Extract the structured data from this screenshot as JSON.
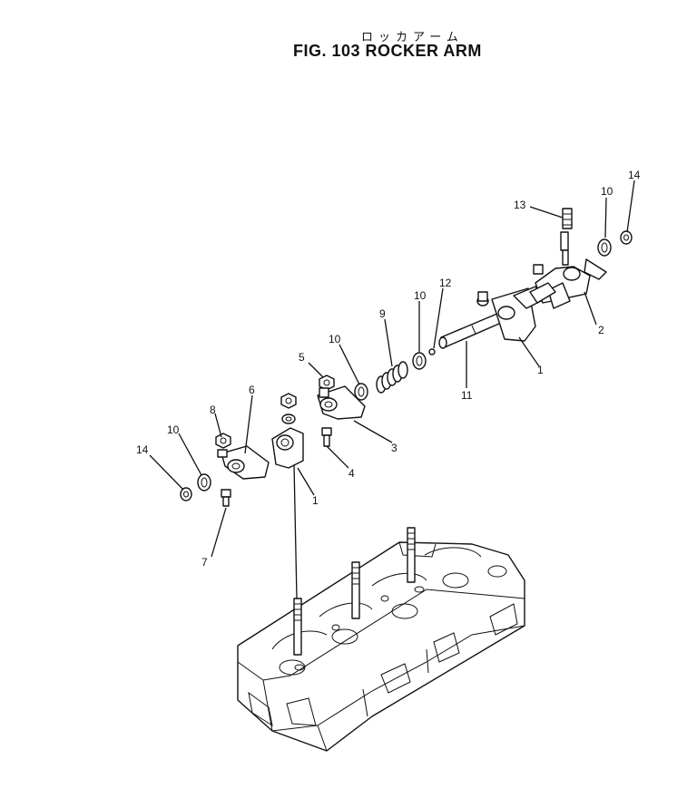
{
  "header": {
    "title_jp": "ロッカアーム",
    "title_en": "FIG. 103  ROCKER ARM"
  },
  "callouts": {
    "c14a": "14",
    "c10a": "10",
    "c13": "13",
    "c2": "2",
    "c12": "12",
    "c10b": "10",
    "c9": "9",
    "c1a": "1",
    "c11": "11",
    "c10c": "10",
    "c5": "5",
    "c3": "3",
    "c4": "4",
    "c6": "6",
    "c8": "8",
    "c10d": "10",
    "c14b": "14",
    "c1b": "1",
    "c7": "7"
  }
}
